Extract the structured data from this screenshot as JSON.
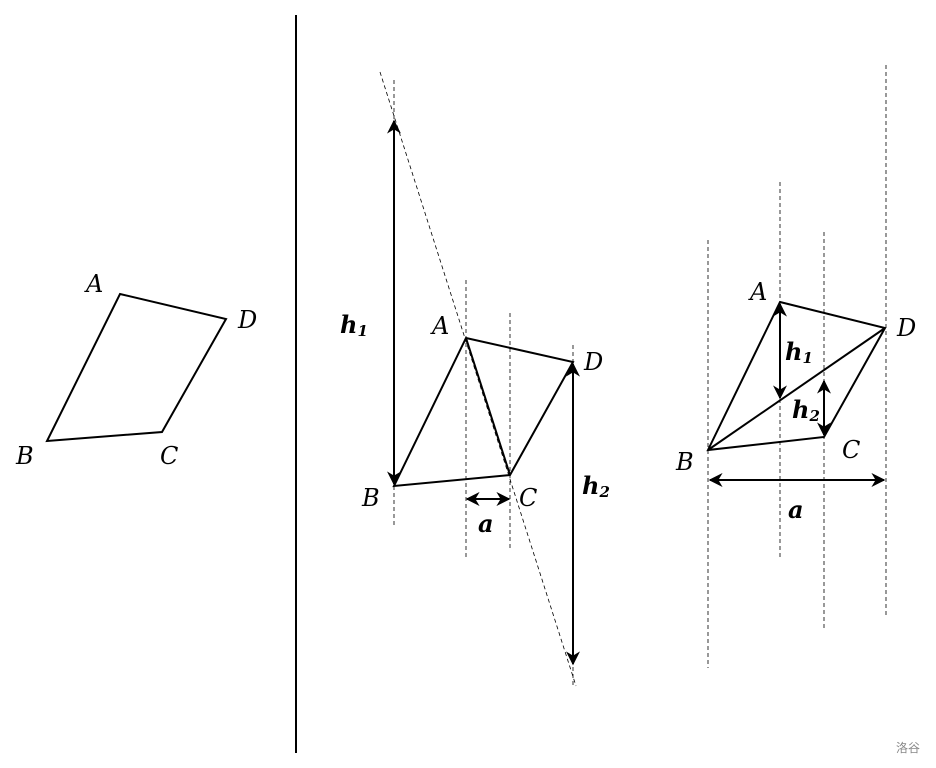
{
  "figure1": {
    "A": "A",
    "B": "B",
    "C": "C",
    "D": "D"
  },
  "figure2": {
    "A": "A",
    "B": "B",
    "C": "C",
    "D": "D",
    "h1": "h",
    "h1_sub": "1",
    "h2": "h",
    "h2_sub": "2",
    "a": "a"
  },
  "figure3": {
    "A": "A",
    "B": "B",
    "C": "C",
    "D": "D",
    "h1": "h",
    "h1_sub": "1",
    "h2": "h",
    "h2_sub": "2",
    "a": "a"
  },
  "watermark": "洛谷"
}
